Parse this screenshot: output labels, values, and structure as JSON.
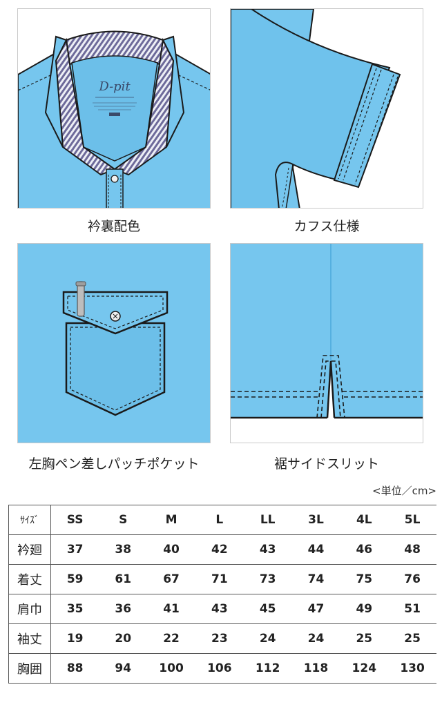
{
  "panels": [
    {
      "caption": "衿裏配色",
      "logo": "D-pit"
    },
    {
      "caption": "カフス仕様"
    },
    {
      "caption": "左胸ペン差しパッチポケット"
    },
    {
      "caption": "裾サイドスリット"
    }
  ],
  "colors": {
    "shirt": "#76c6ee",
    "shirt_dark": "#4aa8dc",
    "stripe": "#6d6a9a",
    "line": "#1a1a1a"
  },
  "unit_label": "<単位／cm>",
  "size_table": {
    "corner": "ｻｲｽﾞ",
    "sizes": [
      "SS",
      "S",
      "M",
      "L",
      "LL",
      "3L",
      "4L",
      "5L"
    ],
    "rows": [
      {
        "label": "衿廻",
        "values": [
          "37",
          "38",
          "40",
          "42",
          "43",
          "44",
          "46",
          "48"
        ]
      },
      {
        "label": "着丈",
        "values": [
          "59",
          "61",
          "67",
          "71",
          "73",
          "74",
          "75",
          "76"
        ]
      },
      {
        "label": "肩巾",
        "values": [
          "35",
          "36",
          "41",
          "43",
          "45",
          "47",
          "49",
          "51"
        ]
      },
      {
        "label": "袖丈",
        "values": [
          "19",
          "20",
          "22",
          "23",
          "24",
          "24",
          "25",
          "25"
        ]
      },
      {
        "label": "胸囲",
        "values": [
          "88",
          "94",
          "100",
          "106",
          "112",
          "118",
          "124",
          "130"
        ]
      }
    ]
  }
}
